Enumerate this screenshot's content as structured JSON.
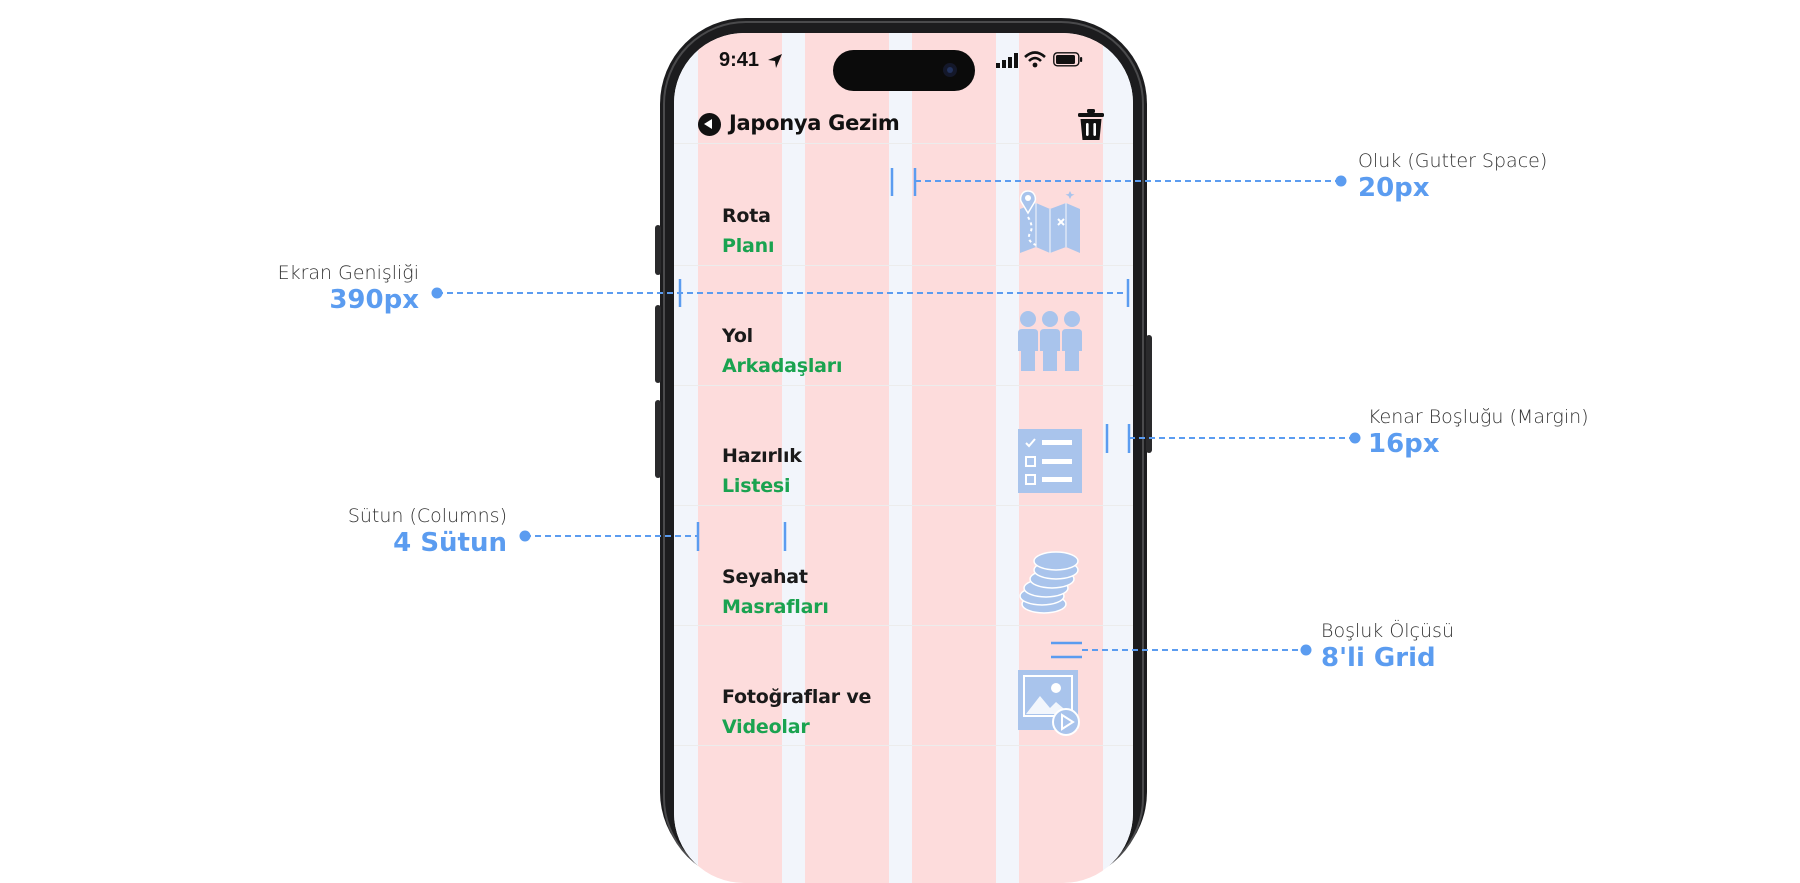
{
  "colors": {
    "annotation_blue": "#5b9cf0",
    "column_pink": "#fddcdc",
    "accent_green": "#1aa350",
    "icon_blue": "#a9c4ec"
  },
  "annotations": {
    "gutter": {
      "label": "Oluk (Gutter Space)",
      "value": "20px"
    },
    "screen_width": {
      "label": "Ekran Genişliği",
      "value": "390px"
    },
    "margin": {
      "label": "Kenar Boşluğu (Margin)",
      "value": "16px"
    },
    "columns": {
      "label": "Sütun (Columns)",
      "value": "4 Sütun"
    },
    "spacing": {
      "label": "Boşluk Ölçüsü",
      "value": "8'li Grid"
    }
  },
  "phone": {
    "status_time": "9:41",
    "nav_title": "Japonya Gezim",
    "menu_items": [
      {
        "title": "Rota",
        "subtitle": "Planı",
        "icon": "map-icon"
      },
      {
        "title": "Yol",
        "subtitle": "Arkadaşları",
        "icon": "group-icon"
      },
      {
        "title": "Hazırlık",
        "subtitle": "Listesi",
        "icon": "checklist-icon"
      },
      {
        "title": "Seyahat",
        "subtitle": "Masrafları",
        "icon": "coins-icon"
      },
      {
        "title": "Fotoğraflar ve",
        "subtitle": "Videolar",
        "icon": "photo-video-icon"
      }
    ]
  }
}
